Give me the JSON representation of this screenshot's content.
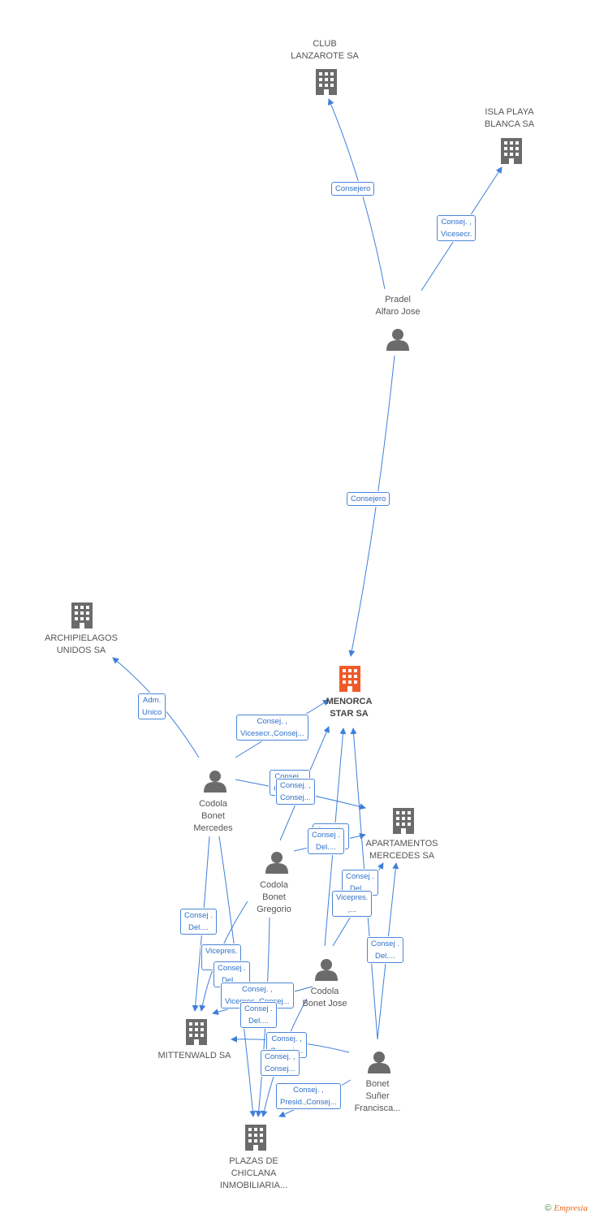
{
  "nodes": {
    "club_lanzarote": {
      "label": "CLUB\nLANZAROTE SA",
      "type": "company"
    },
    "isla_playa": {
      "label": "ISLA PLAYA\nBLANCA SA",
      "type": "company"
    },
    "pradel": {
      "label": "Pradel\nAlfaro Jose",
      "type": "person"
    },
    "archipielagos": {
      "label": "ARCHIPIELAGOS\nUNIDOS SA",
      "type": "company"
    },
    "menorca": {
      "label": "MENORCA\nSTAR SA",
      "type": "focus-company"
    },
    "codola_mercedes": {
      "label": "Codola\nBonet\nMercedes",
      "type": "person"
    },
    "apartamentos": {
      "label": "APARTAMENTOS\nMERCEDES SA",
      "type": "company"
    },
    "codola_gregorio": {
      "label": "Codola\nBonet\nGregorio",
      "type": "person"
    },
    "codola_jose": {
      "label": "Codola\nBonet Jose",
      "type": "person"
    },
    "mittenwald": {
      "label": "MITTENWALD SA",
      "type": "company"
    },
    "bonet_suner": {
      "label": "Bonet\nSuñer\nFrancisca...",
      "type": "person"
    },
    "plazas": {
      "label": "PLAZAS DE\nCHICLANA\nINMOBILIARIA...",
      "type": "company"
    }
  },
  "edge_labels": {
    "e1": "Consejero",
    "e2": "Consej. ,\nVicesecr.",
    "e3": "Consejero",
    "e4": "Adm.\nUnico",
    "e5": "Consej. ,\nVicesecr.,Consej...",
    "e6": "Consej. ,\nConsej....",
    "e7": "Consej. ,\nConsej...",
    "e8": "Consej .\nDel....",
    "e9": "Consej .\nDel....",
    "e10": "Consej .\nDel....",
    "e11": "Vicepres.\n,...",
    "e12": "Consej .\nDel....",
    "e13": "Consej .\nDel....",
    "e14": "Vicepres.\n,...",
    "e15": "Consej .\nDel....",
    "e16": "Consej. ,\nVicepres.,Consej...",
    "e17": "Consej .\nDel....",
    "e18": "Consej. ,\nConsej....",
    "e19": "Consej. ,\nConsej...",
    "e20": "Consej. ,\nPresid.,Consej..."
  },
  "colors": {
    "edge": "#3f7fd9",
    "icon": "#6b6b6b",
    "focus_icon": "#f05a28"
  },
  "footer": {
    "copyright": "©",
    "brand": "Empresia"
  }
}
